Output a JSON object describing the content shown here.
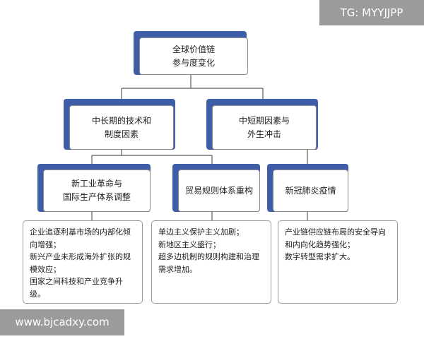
{
  "watermarks": {
    "top_right": "TG: MYYJJPP",
    "bottom_left": "www.bjcadxy.com"
  },
  "colors": {
    "box_shadow": "#3f5ea8",
    "connector": "#5a5a5a",
    "watermark_bg": "#9b9b9b"
  },
  "root": {
    "line1": "全球价值链",
    "line2": "参与度变化"
  },
  "level1": [
    {
      "line1": "中长期的技术和",
      "line2": "制度因素"
    },
    {
      "line1": "中短期因素与",
      "line2": "外生冲击"
    }
  ],
  "level2": [
    {
      "line1": "新工业革命与",
      "line2": "国际生产体系调整"
    },
    {
      "line1": "贸易规则体系重构",
      "line2": ""
    },
    {
      "line1": "新冠肺炎疫情",
      "line2": ""
    }
  ],
  "details": [
    {
      "items": [
        "企业追逐利基市场的内部化倾向增强；",
        "新兴产业未形成海外扩张的规模效应；",
        "国家之间科技和产业竞争升级。"
      ]
    },
    {
      "items": [
        "单边主义保护主义加剧；",
        "新地区主义盛行；",
        "超多边机制的规则构建和治理需求增加。"
      ]
    },
    {
      "items": [
        "产业链供应链布局的安全导向和内向化趋势强化；",
        "数字转型需求扩大。"
      ]
    }
  ]
}
